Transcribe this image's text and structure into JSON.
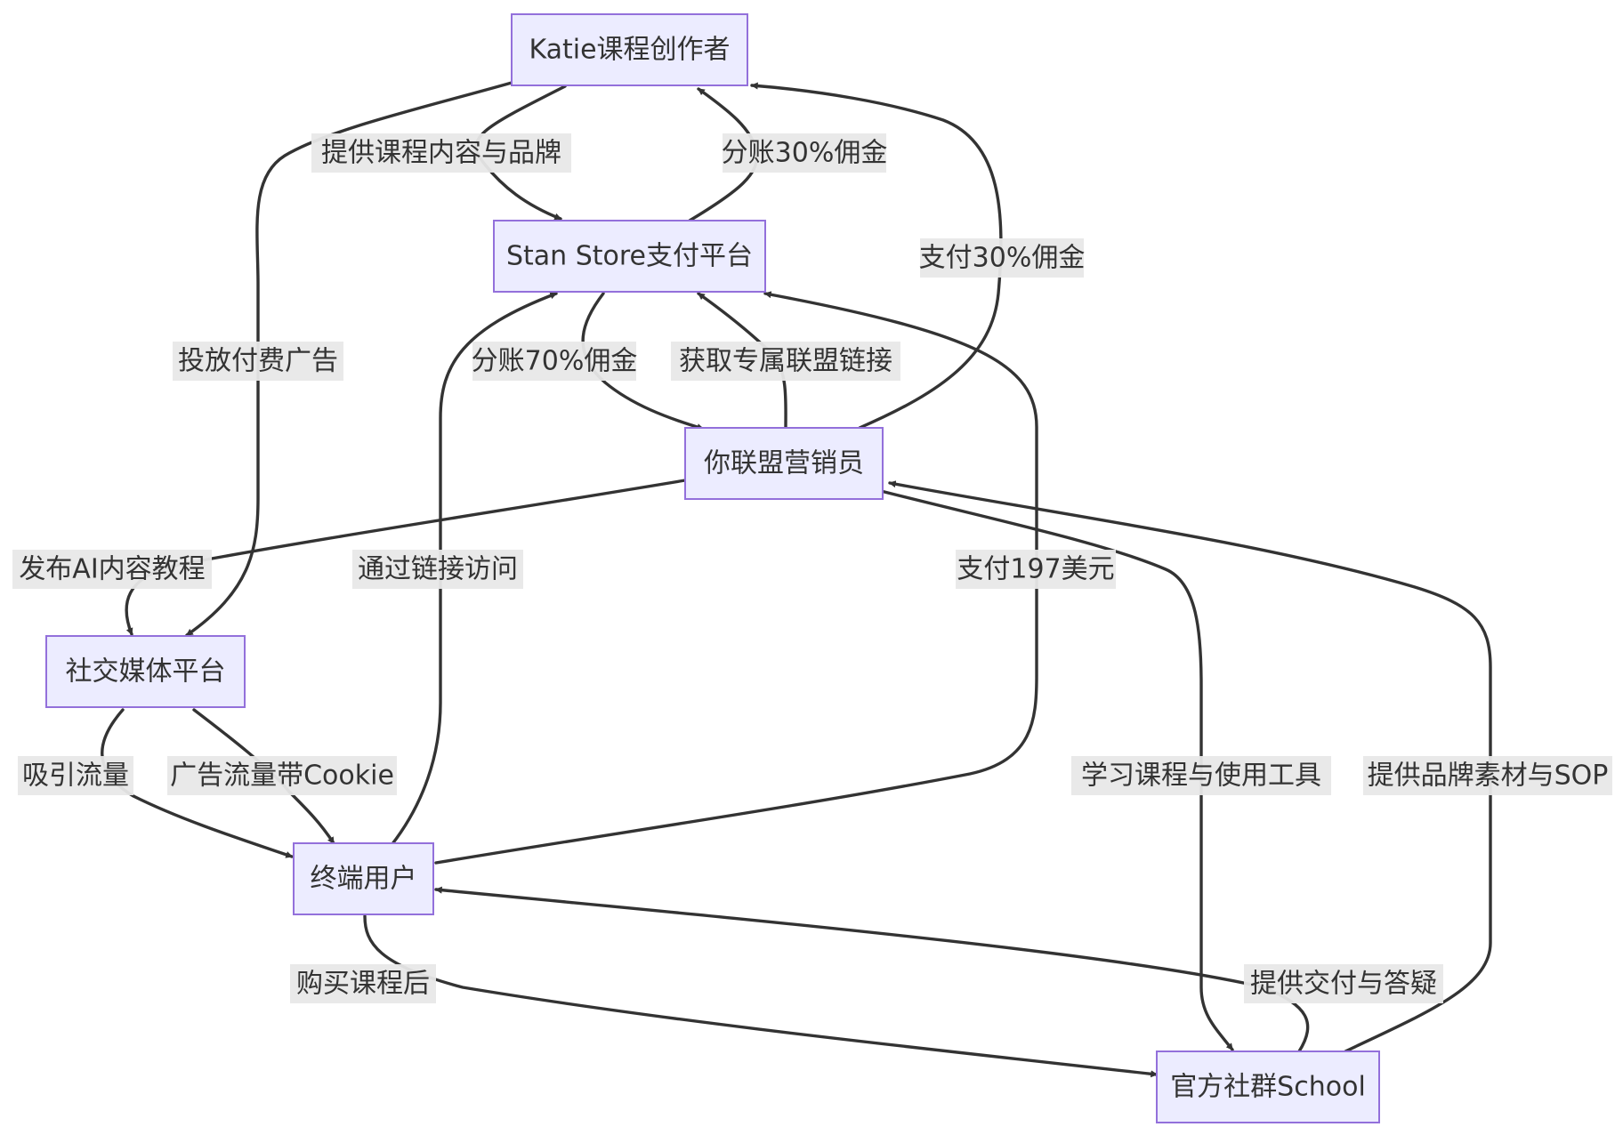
{
  "diagram": {
    "type": "flowchart",
    "nodes": [
      {
        "id": "katie",
        "label": "Katie课程创作者"
      },
      {
        "id": "stan",
        "label": "Stan Store支付平台"
      },
      {
        "id": "affiliate",
        "label": "你联盟营销员"
      },
      {
        "id": "social",
        "label": "社交媒体平台"
      },
      {
        "id": "user",
        "label": "终端用户"
      },
      {
        "id": "school",
        "label": "官方社群School"
      }
    ],
    "edges": [
      {
        "id": "e1",
        "from": "katie",
        "to": "stan",
        "label": "提供课程内容与品牌"
      },
      {
        "id": "e2",
        "from": "stan",
        "to": "katie",
        "label": "分账30%佣金"
      },
      {
        "id": "e3",
        "from": "affiliate",
        "to": "katie",
        "label": "支付30%佣金"
      },
      {
        "id": "e4",
        "from": "katie",
        "to": "social",
        "label": "投放付费广告"
      },
      {
        "id": "e5",
        "from": "stan",
        "to": "affiliate",
        "label": "分账70%佣金"
      },
      {
        "id": "e6",
        "from": "affiliate",
        "to": "stan",
        "label": "获取专属联盟链接"
      },
      {
        "id": "e7",
        "from": "affiliate",
        "to": "social",
        "label": "发布AI内容教程"
      },
      {
        "id": "e8",
        "from": "user",
        "to": "stan",
        "label": "通过链接访问"
      },
      {
        "id": "e9",
        "from": "user",
        "to": "stan",
        "label": "支付197美元"
      },
      {
        "id": "e10",
        "from": "affiliate",
        "to": "school",
        "label": "学习课程与使用工具"
      },
      {
        "id": "e11",
        "from": "school",
        "to": "affiliate",
        "label": "提供品牌素材与SOP"
      },
      {
        "id": "e12",
        "from": "social",
        "to": "user",
        "label": "吸引流量"
      },
      {
        "id": "e13",
        "from": "social",
        "to": "user",
        "label": "广告流量带Cookie"
      },
      {
        "id": "e14",
        "from": "user",
        "to": "school",
        "label": "购买课程后"
      },
      {
        "id": "e15",
        "from": "school",
        "to": "user",
        "label": "提供交付与答疑"
      }
    ]
  },
  "colors": {
    "node_fill": "#ECECFF",
    "node_stroke": "#9370DB",
    "edge_stroke": "#333333",
    "label_bg": "#E8E8E8",
    "text": "#333333"
  }
}
